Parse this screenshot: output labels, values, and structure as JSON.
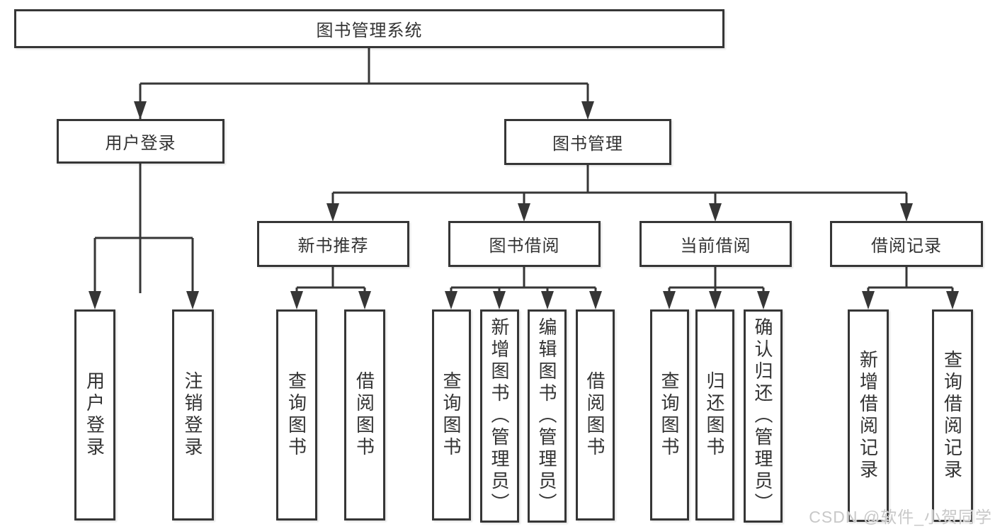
{
  "diagram": {
    "root": {
      "label": "图书管理系统"
    },
    "level2": [
      {
        "label": "用户登录"
      },
      {
        "label": "图书管理"
      }
    ],
    "level3": [
      {
        "label": "新书推荐"
      },
      {
        "label": "图书借阅"
      },
      {
        "label": "当前借阅"
      },
      {
        "label": "借阅记录"
      }
    ],
    "leaves": {
      "user_login": [
        {
          "label": "用户登录"
        },
        {
          "label": "注销登录"
        }
      ],
      "new_book_recommend": [
        {
          "label": "查询图书"
        },
        {
          "label": "借阅图书"
        }
      ],
      "book_borrowing": [
        {
          "label": "查询图书"
        },
        {
          "label": "新增图书（管理员）"
        },
        {
          "label": "编辑图书（管理员）"
        },
        {
          "label": "借阅图书"
        }
      ],
      "current_borrowing": [
        {
          "label": "查询图书"
        },
        {
          "label": "归还图书"
        },
        {
          "label": "确认归还（管理员）"
        }
      ],
      "borrowing_records": [
        {
          "label": "新增借阅记录"
        },
        {
          "label": "查询借阅记录"
        }
      ]
    }
  },
  "watermark": {
    "text": "CSDN @软件_小贺同学"
  },
  "colors": {
    "line": "#363636",
    "border": "#363636",
    "text": "#333333",
    "watermark": "#c8c8c8",
    "background": "#ffffff"
  }
}
